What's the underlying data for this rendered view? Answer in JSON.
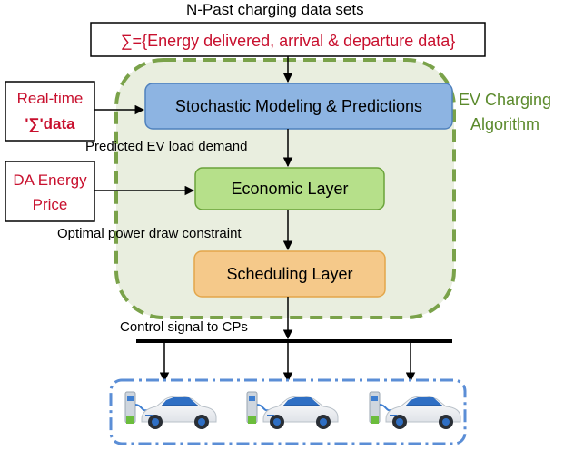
{
  "top": {
    "title": "N-Past charging data sets",
    "formula": "∑={Energy delivered, arrival & departure data}"
  },
  "inputs": {
    "realtime_line1": "Real-time",
    "realtime_line2": "'∑'data",
    "da_line1": "DA Energy",
    "da_line2": "Price"
  },
  "algorithm": {
    "label_line1": "EV Charging",
    "label_line2": "Algorithm"
  },
  "blocks": {
    "stochastic": "Stochastic Modeling & Predictions",
    "economic": "Economic Layer",
    "scheduling": "Scheduling Layer"
  },
  "edges": {
    "predicted": "Predicted EV load demand",
    "optimal": "Optimal power draw constraint",
    "control": "Control signal to CPs"
  },
  "icons": {
    "charging_station": "ev-charging-station-icon",
    "car": "electric-car-icon"
  },
  "colors": {
    "red_text": "#c8102e",
    "green_text": "#5b8a2c",
    "stochastic_fill": "#8db4e2",
    "economic_fill": "#b6e08a",
    "scheduling_fill": "#f5c98a",
    "algorithm_fill": "#e9eedf",
    "algorithm_border": "#7aa24a",
    "cars_border": "#5b8ed6"
  }
}
